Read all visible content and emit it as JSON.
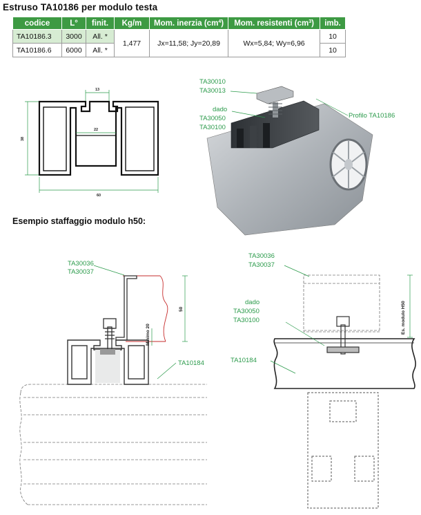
{
  "title": "Estruso TA10186 per modulo testa",
  "table": {
    "headers": [
      "codice",
      "L°",
      "finit.",
      "Kg/m",
      "Mom. inerzia (cm",
      "Mom. resistenti (cm",
      "imb."
    ],
    "header_sup": {
      "inerzia": "4",
      "resistenti": "3"
    },
    "rows": [
      {
        "codice": "TA10186.3",
        "L": "3000",
        "finit": "All. *",
        "imb": "10"
      },
      {
        "codice": "TA10186.6",
        "L": "6000",
        "finit": "All. *",
        "imb": "10"
      }
    ],
    "kgm": "1,477",
    "inerzia": "Jx=11,58; Jy=20,89",
    "resistenti": "Wx=5,84; Wy=6,96"
  },
  "profile_dims": {
    "slot": "13",
    "inner": "22",
    "height": "38",
    "width": "60"
  },
  "iso_labels": {
    "ta30010": "TA30010",
    "ta30013": "TA30013",
    "dado": "dado",
    "ta30050": "TA30050",
    "ta30100": "TA30100",
    "profilo": "Profilo TA10186"
  },
  "section_title": "Esempio staffaggio modulo h50:",
  "left_example": {
    "ta30036": "TA30036",
    "ta30037": "TA30037",
    "ta10184": "TA10184",
    "dim_50": "50",
    "dim_20": "Minimo 20"
  },
  "right_example": {
    "ta30036": "TA30036",
    "ta30037": "TA30037",
    "dado": "dado",
    "ta30050": "TA30050",
    "ta30100": "TA30100",
    "ta10184": "TA10184",
    "modulo": "Es. modulo H50"
  }
}
